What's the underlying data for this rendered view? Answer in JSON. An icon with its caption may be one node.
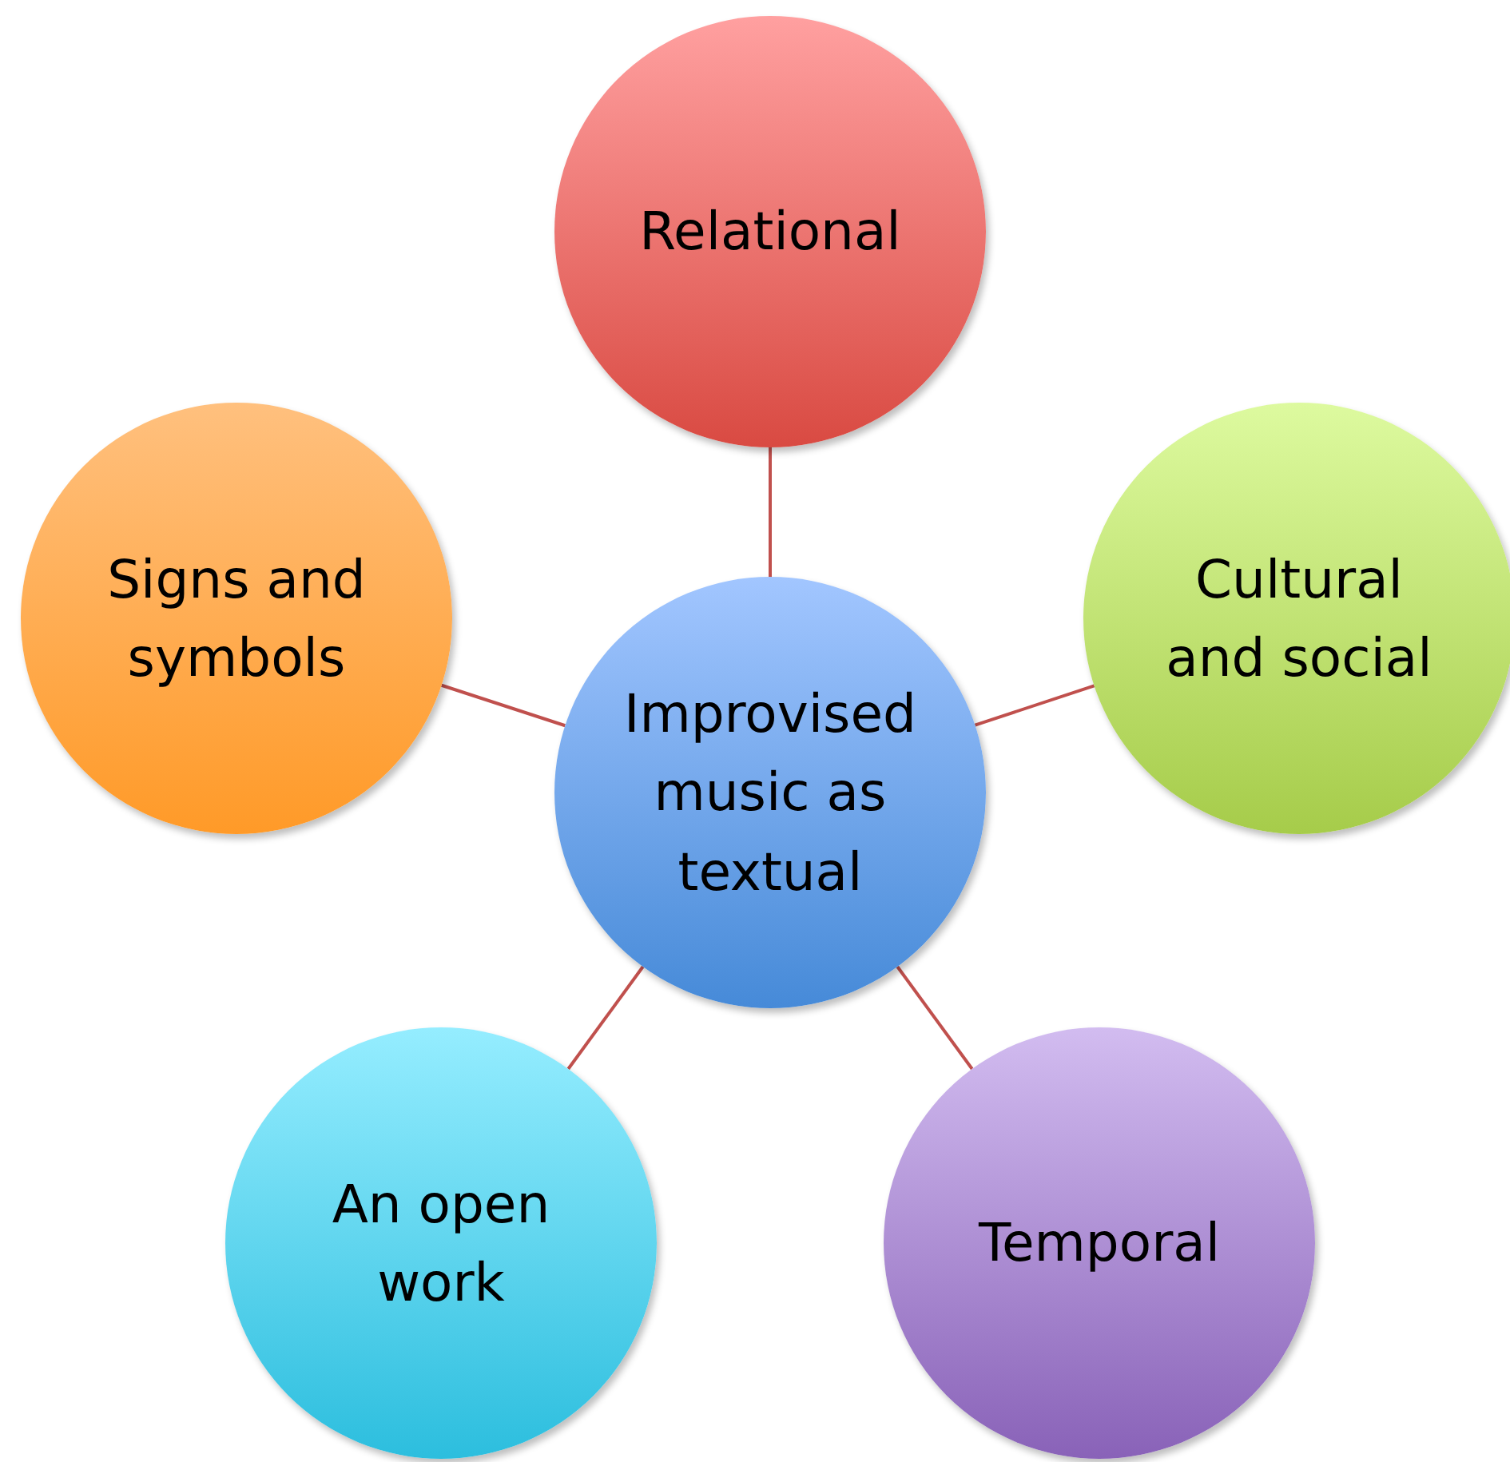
{
  "diagram": {
    "nodes": [
      {
        "text": [
          "Relational"
        ]
      },
      {
        "text": [
          "Signs and symbols"
        ]
      },
      {
        "text": [
          "Cultural and social"
        ]
      },
      {
        "text": [
          "Improvised music as textual"
        ]
      },
      {
        "text": [
          "An open work"
        ]
      },
      {
        "text": [
          "Temporal"
        ]
      }
    ],
    "edges": [
      {
        "from": 3,
        "to": 0,
        "arrow": "none"
      },
      {
        "from": 3,
        "to": 1,
        "arrow": "none"
      },
      {
        "from": 3,
        "to": 2,
        "arrow": "none"
      },
      {
        "from": 3,
        "to": 4,
        "arrow": "none"
      },
      {
        "from": 3,
        "to": 5,
        "arrow": "none"
      }
    ]
  }
}
